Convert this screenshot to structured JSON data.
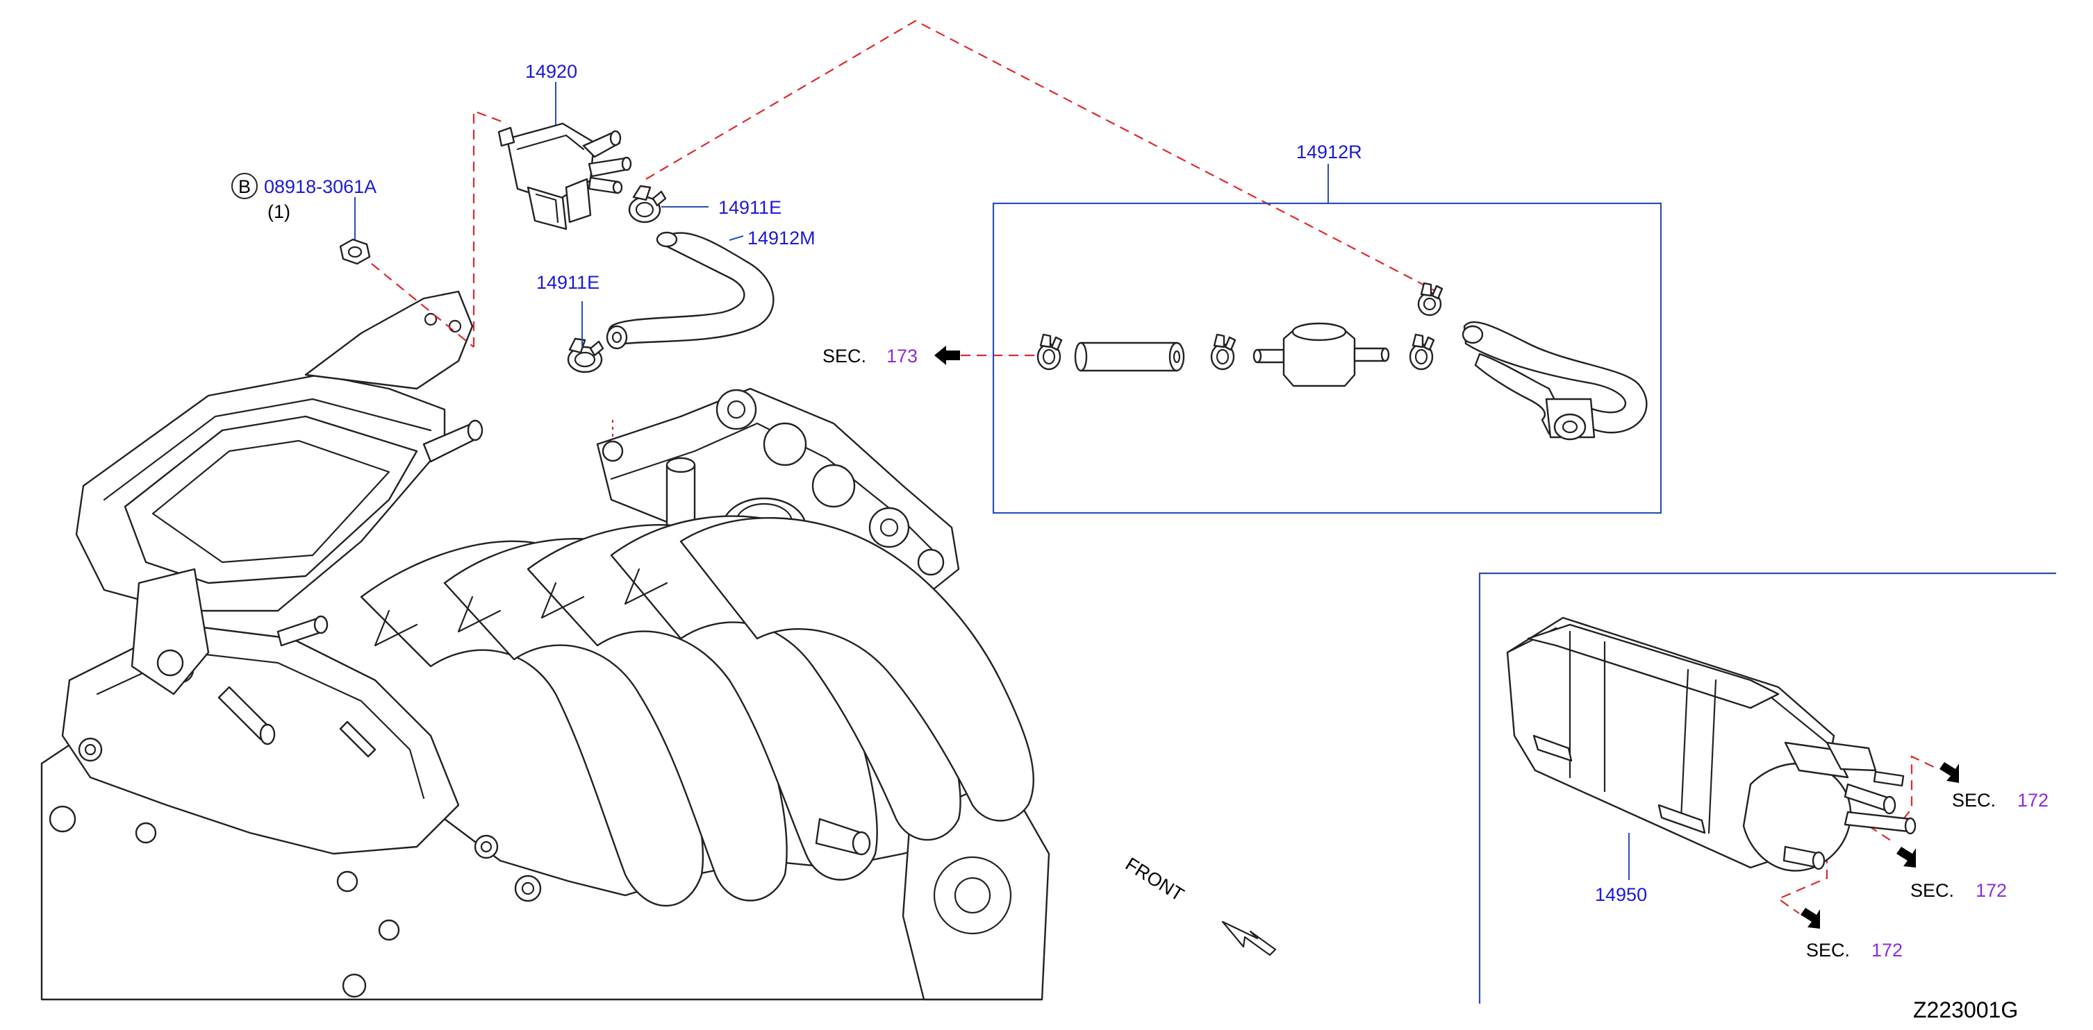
{
  "diagram_code": "Z223001G",
  "part_numbers": {
    "p14920": "14920",
    "p08918": "08918-3061A",
    "p08918_qty": "(1)",
    "p08918_badge": "B",
    "p14911E_top": "14911E",
    "p14912M": "14912M",
    "p14911E_left": "14911E",
    "p14912R": "14912R",
    "p14950": "14950"
  },
  "section_refs": [
    {
      "label": "SEC.",
      "number": "173"
    },
    {
      "label": "SEC.",
      "number": "172"
    },
    {
      "label": "SEC.",
      "number": "172"
    },
    {
      "label": "SEC.",
      "number": "172"
    }
  ],
  "front_label": "FRONT",
  "colors": {
    "part_number": "#1a1ad6",
    "section_number": "#8a2be2",
    "leader_line": "#2a4fb0",
    "dashed_line": "#e0282a",
    "drawing": "#222222"
  }
}
